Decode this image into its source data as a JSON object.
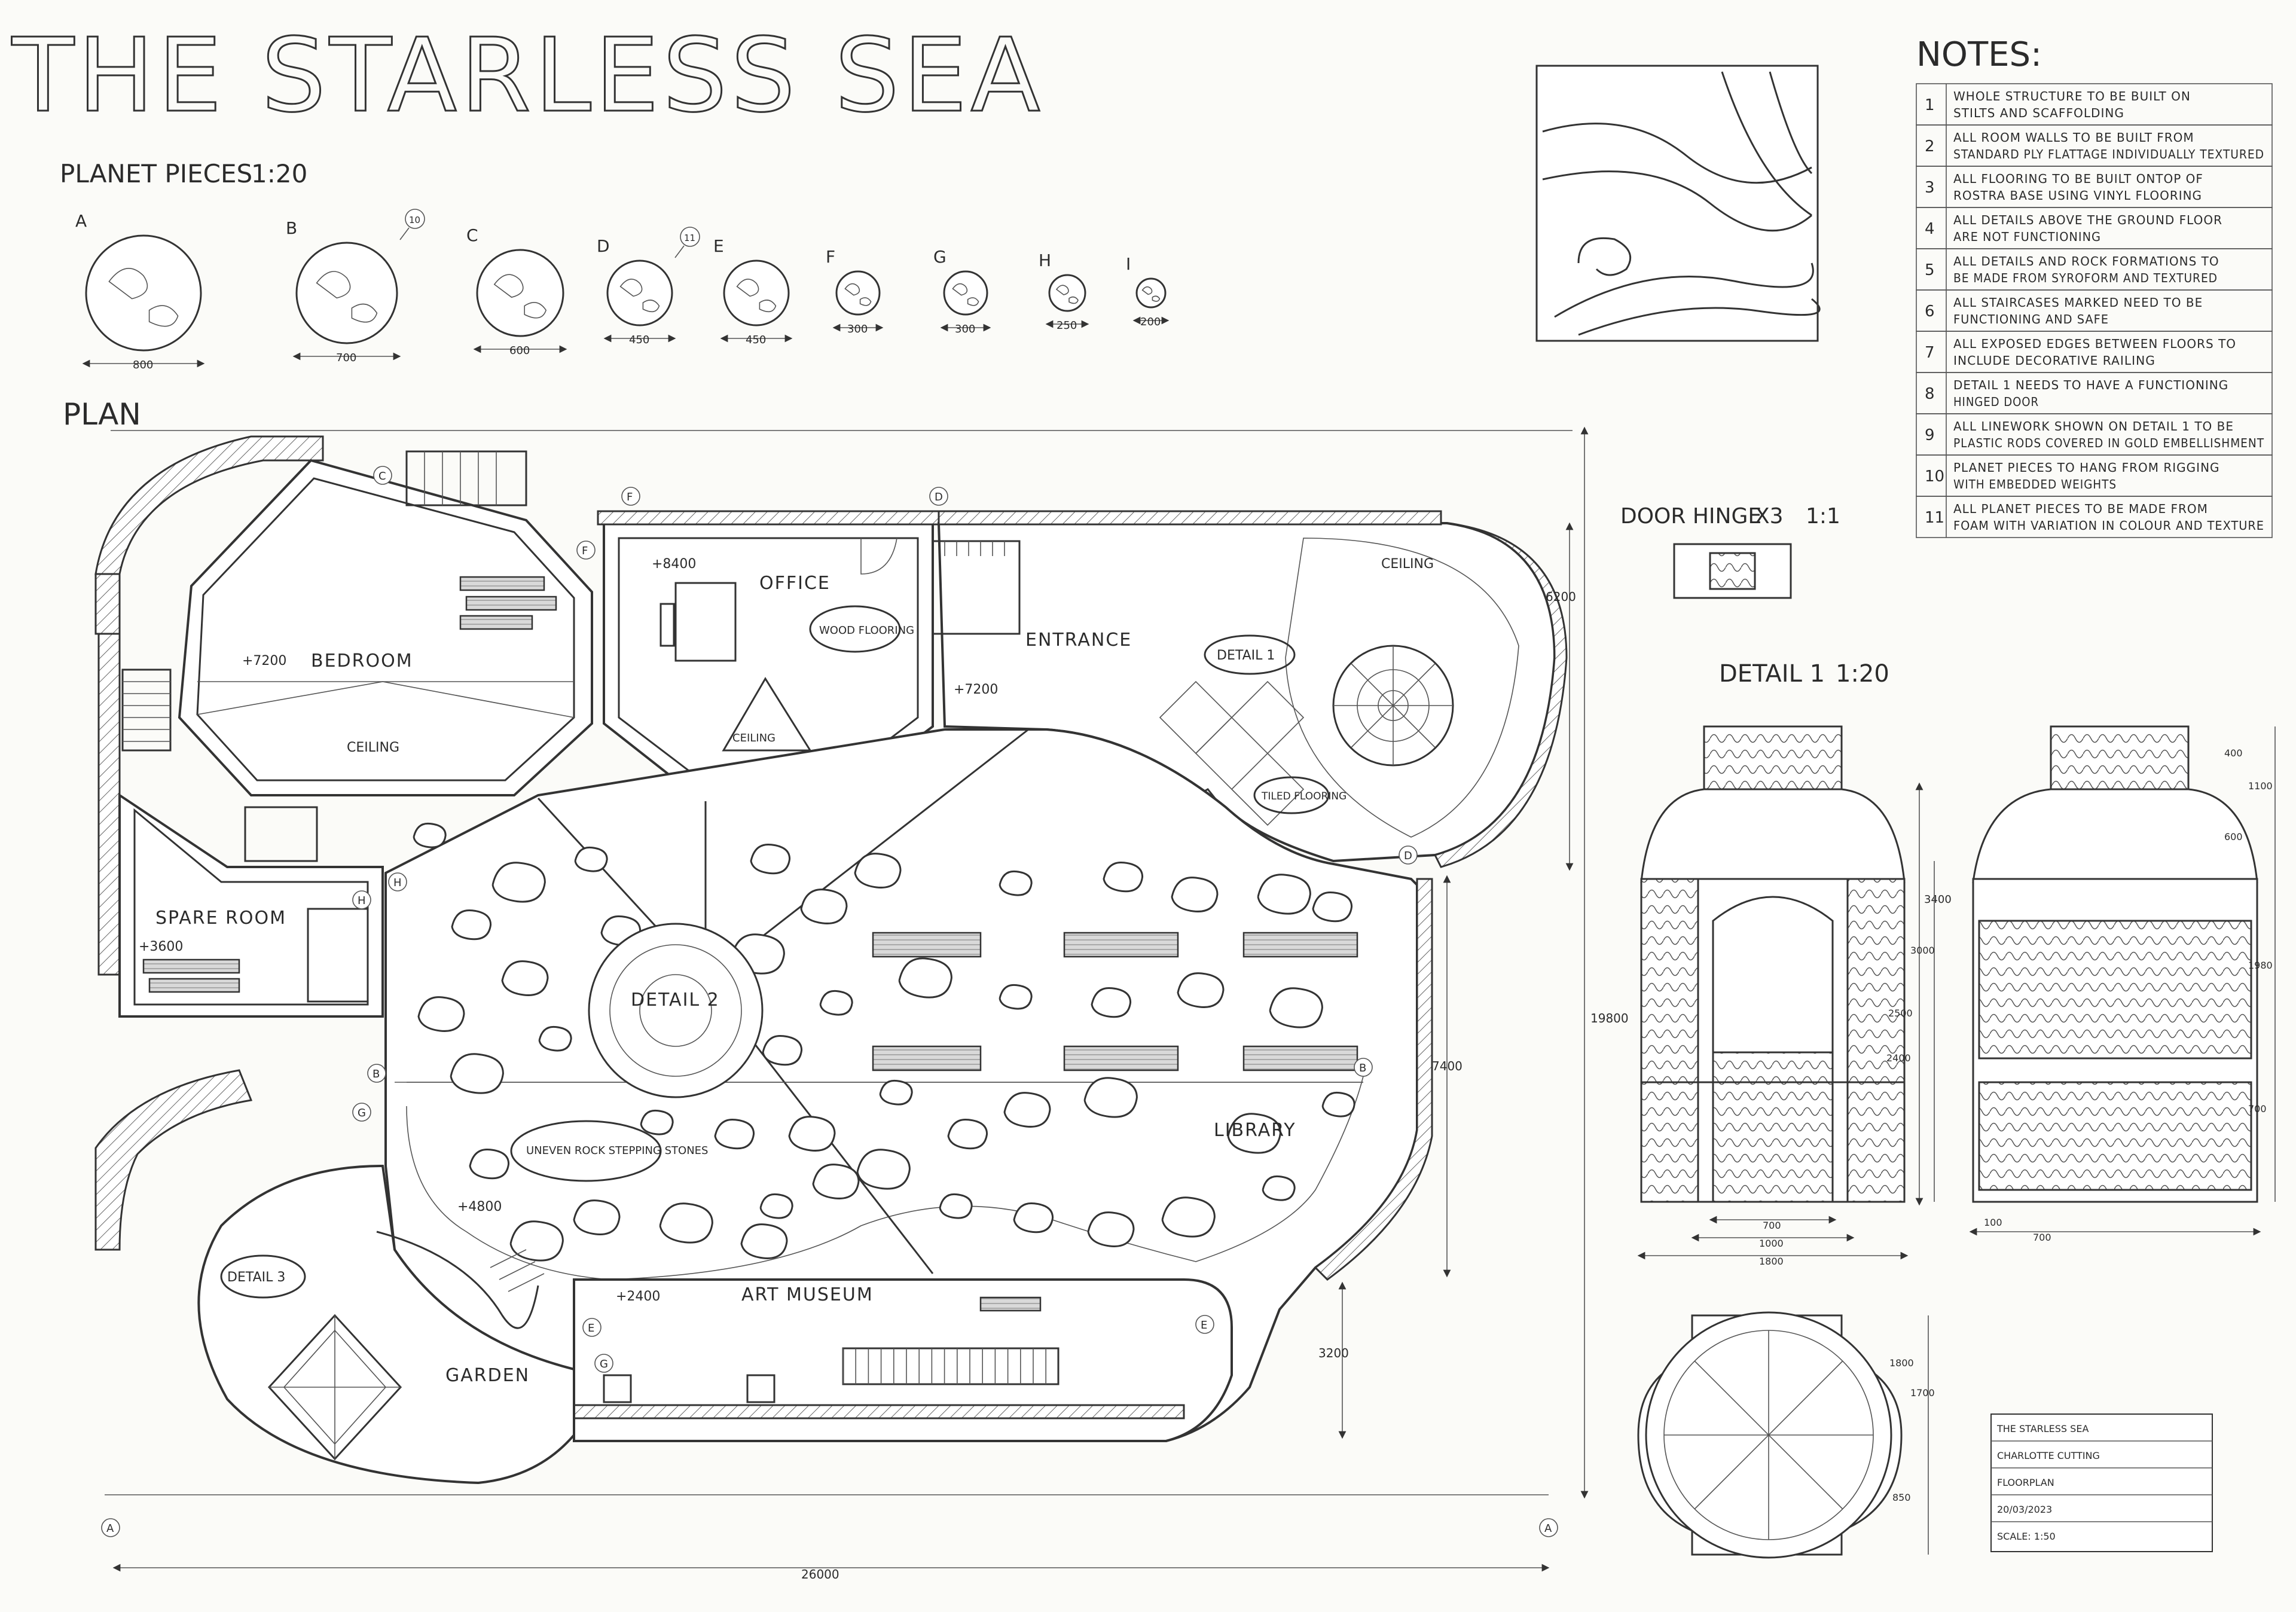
{
  "title": "THE STARLESS SEA",
  "planet_pieces": {
    "heading": "PLANET PIECES",
    "scale": "1:20",
    "items": [
      {
        "letter": "A",
        "dim": "800",
        "tag": ""
      },
      {
        "letter": "B",
        "dim": "700",
        "tag": "10"
      },
      {
        "letter": "C",
        "dim": "600",
        "tag": ""
      },
      {
        "letter": "D",
        "dim": "450",
        "tag": "11"
      },
      {
        "letter": "E",
        "dim": "450",
        "tag": ""
      },
      {
        "letter": "F",
        "dim": "300",
        "tag": ""
      },
      {
        "letter": "G",
        "dim": "300",
        "tag": ""
      },
      {
        "letter": "H",
        "dim": "250",
        "tag": ""
      },
      {
        "letter": "I",
        "dim": "200",
        "tag": ""
      }
    ]
  },
  "plan_label": "PLAN",
  "rooms": {
    "bedroom": "BEDROOM",
    "office": "OFFICE",
    "entrance": "ENTRANCE",
    "spare_room": "SPARE ROOM",
    "library": "LIBRARY",
    "art_museum": "ART MUSEUM",
    "garden": "GARDEN",
    "ceiling": "CEILING",
    "wood_flooring": "WOOD FLOORING",
    "tiled_flooring": "TILED FLOORING",
    "uneven_rock": "UNEVEN ROCK STEPPING STONES",
    "detail1": "DETAIL 1",
    "detail2": "DETAIL 2",
    "detail3": "DETAIL 3"
  },
  "levels": {
    "bedroom": "+7200",
    "office": "+8400",
    "entrance": "+7200",
    "spare": "+3600",
    "garden": "+4800",
    "museum": "+2400"
  },
  "plan_dims": {
    "overall_width": "26000",
    "height_total": "19800",
    "height_upper": "6200",
    "height_mid": "7400",
    "height_low": "3200"
  },
  "door_hinge": {
    "label": "DOOR HINGE",
    "count": "X3",
    "scale": "1:1"
  },
  "detail1_view": {
    "label": "DETAIL 1",
    "scale": "1:20",
    "dims": {
      "h_total": "3400",
      "h_mid": "3000",
      "h_door": "2500",
      "h_2400": "2400",
      "w_700": "700",
      "w_1000": "1000",
      "w_1800": "1800",
      "s_400": "400",
      "s_1100": "1100",
      "s_600": "600",
      "s_1980": "1980",
      "s_700": "700",
      "plan_1800": "1800",
      "plan_1700": "1700",
      "plan_850": "850",
      "side_100": "100",
      "side_700": "700"
    }
  },
  "notes": {
    "heading": "NOTES:",
    "items": [
      {
        "n": "1",
        "l1": "WHOLE STRUCTURE TO BE BUILT ON",
        "l2": "STILTS AND SCAFFOLDING"
      },
      {
        "n": "2",
        "l1": "ALL ROOM WALLS TO BE BUILT FROM",
        "l2": "STANDARD PLY FLATTAGE INDIVIDUALLY TEXTURED"
      },
      {
        "n": "3",
        "l1": "ALL FLOORING TO BE BUILT ONTOP OF",
        "l2": "ROSTRA BASE USING VINYL FLOORING"
      },
      {
        "n": "4",
        "l1": "ALL DETAILS ABOVE THE GROUND FLOOR",
        "l2": "ARE NOT FUNCTIONING"
      },
      {
        "n": "5",
        "l1": "ALL DETAILS AND ROCK FORMATIONS TO",
        "l2": "BE MADE FROM SYROFORM AND TEXTURED"
      },
      {
        "n": "6",
        "l1": "ALL STAIRCASES MARKED NEED TO BE",
        "l2": "FUNCTIONING AND SAFE"
      },
      {
        "n": "7",
        "l1": "ALL EXPOSED EDGES BETWEEN FLOORS TO",
        "l2": "INCLUDE DECORATIVE RAILING"
      },
      {
        "n": "8",
        "l1": "DETAIL 1 NEEDS TO HAVE A FUNCTIONING",
        "l2": "HINGED DOOR"
      },
      {
        "n": "9",
        "l1": "ALL LINEWORK SHOWN ON DETAIL 1 TO BE",
        "l2": "PLASTIC RODS COVERED IN GOLD EMBELLISHMENT"
      },
      {
        "n": "10",
        "l1": "PLANET PIECES TO HANG FROM RIGGING",
        "l2": "WITH EMBEDDED WEIGHTS"
      },
      {
        "n": "11",
        "l1": "ALL PLANET PIECES TO BE MADE FROM",
        "l2": "FOAM WITH VARIATION IN COLOUR AND TEXTURE"
      }
    ]
  },
  "title_block": {
    "project": "THE STARLESS SEA",
    "author": "CHARLOTTE CUTTING",
    "drawing": "FLOORPLAN",
    "date": "20/03/2023",
    "scale": "SCALE: 1:50"
  },
  "section_markers": [
    "A",
    "B",
    "C",
    "D",
    "E",
    "F",
    "G",
    "H"
  ]
}
